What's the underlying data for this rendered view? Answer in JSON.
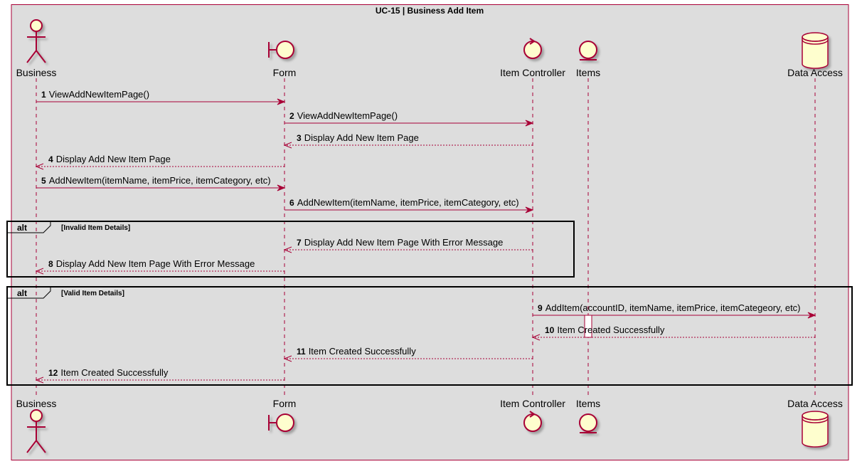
{
  "diagram": {
    "title": "UC-15 | Business Add Item",
    "colors": {
      "background": "#dddddd",
      "border": "#a80036",
      "participant_fill": "#fefece",
      "arrow": "#a80036",
      "fragment_border": "#000000"
    },
    "participants": [
      {
        "id": "business",
        "label": "Business",
        "kind": "actor",
        "icon": "actor-icon"
      },
      {
        "id": "form",
        "label": "Form",
        "kind": "boundary",
        "icon": "boundary-icon"
      },
      {
        "id": "controller",
        "label": "Item Controller",
        "kind": "control",
        "icon": "control-icon"
      },
      {
        "id": "items",
        "label": "Items",
        "kind": "entity",
        "icon": "entity-icon"
      },
      {
        "id": "data",
        "label": "Data Access",
        "kind": "database",
        "icon": "database-icon"
      }
    ],
    "messages": [
      {
        "num": "1",
        "text": "ViewAddNewItemPage()",
        "from": "business",
        "to": "form",
        "dashed": false
      },
      {
        "num": "2",
        "text": "ViewAddNewItemPage()",
        "from": "form",
        "to": "controller",
        "dashed": false
      },
      {
        "num": "3",
        "text": "Display Add New Item Page",
        "from": "controller",
        "to": "form",
        "dashed": true
      },
      {
        "num": "4",
        "text": "Display Add New Item Page",
        "from": "form",
        "to": "business",
        "dashed": true
      },
      {
        "num": "5",
        "text": "AddNewItem(itemName, itemPrice, itemCategory, etc)",
        "from": "business",
        "to": "form",
        "dashed": false
      },
      {
        "num": "6",
        "text": "AddNewItem(itemName, itemPrice, itemCategory, etc)",
        "from": "form",
        "to": "controller",
        "dashed": false
      },
      {
        "num": "7",
        "text": "Display Add New Item Page With Error Message",
        "from": "controller",
        "to": "form",
        "dashed": true
      },
      {
        "num": "8",
        "text": "Display Add New Item Page With Error Message",
        "from": "form",
        "to": "business",
        "dashed": true
      },
      {
        "num": "9",
        "text": "AddItem(accountID, itemName, itemPrice, itemCategeory, etc)",
        "from": "controller",
        "to": "data",
        "dashed": false
      },
      {
        "num": "10",
        "text": "Item Created Successfully",
        "from": "data",
        "to": "controller",
        "dashed": true
      },
      {
        "num": "11",
        "text": "Item Created Successfully",
        "from": "controller",
        "to": "form",
        "dashed": true
      },
      {
        "num": "12",
        "text": "Item Created Successfully",
        "from": "form",
        "to": "business",
        "dashed": true
      }
    ],
    "fragments": [
      {
        "keyword": "alt",
        "guard": "[Invalid Item Details]",
        "messages": [
          "7",
          "8"
        ]
      },
      {
        "keyword": "alt",
        "guard": "[Valid Item Details]",
        "messages": [
          "9",
          "10",
          "11",
          "12"
        ]
      }
    ],
    "activations": [
      {
        "participant": "items",
        "from_message": "9",
        "to_message": "10"
      }
    ]
  }
}
